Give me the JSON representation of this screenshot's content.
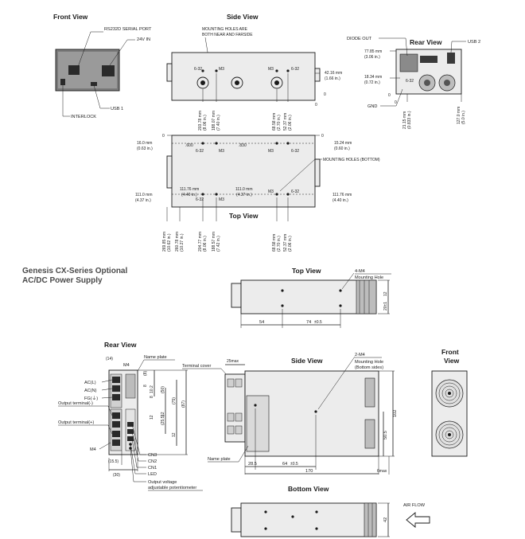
{
  "section1": {
    "front_view": {
      "title": "Front View",
      "rs232d": "RS232D SERIAL PORT",
      "vin": "24V IN",
      "interlock": "INTERLOCK",
      "usb": "USB 1"
    },
    "side_view": {
      "title": "Side View",
      "mount_note_1": "MOUNTING HOLES ARE",
      "mount_note_2": "BOTH NEAR AND FARSIDE",
      "screw_632": "6-32",
      "screw_m3": "M3",
      "dim_right_mm": "42.16 mm",
      "dim_right_in": "(1.66 in.)",
      "zero": "0",
      "dims_left": [
        {
          "mm": "203.78 mm",
          "in": "(8.06 in.)"
        },
        {
          "mm": "188.07 mm",
          "in": "(7.40 in.)"
        }
      ],
      "dims_right": [
        {
          "mm": "68.58 mm",
          "in": "(2.70 in.)"
        },
        {
          "mm": "52.37 mm",
          "in": "(2.06 in.)"
        }
      ]
    },
    "rear_view": {
      "title": "Rear View",
      "diode_out": "DIODE OUT",
      "usb": "USB 2",
      "gnd": "GND",
      "screw_632": "6-32",
      "dim1_mm": "77.85 mm",
      "dim1_in": "(3.06 in.)",
      "dim2_mm": "18.34 mm",
      "dim2_in": "(0.72 in.)",
      "zero": "0",
      "dim_b1_mm": "21.15 mm",
      "dim_b1_in": "(0.833 in.)",
      "dim_b2_mm": "127.0 mm",
      "dim_b2_in": "(5.0 in.)"
    },
    "top_view": {
      "title": "Top View",
      "zero": "0",
      "left_top_mm": "16.0 mm",
      "left_top_in": "(0.63 in.)",
      "right_top_mm": "15.24 mm",
      "right_top_in": "(0.60 in.)",
      "dim_600": ".600",
      "dim_830": ".830",
      "screw_632": "6-32",
      "screw_m3": "M3",
      "mount_bottom": "MOUNTING HOLES (BOTTOM)",
      "left_mm": "111.0 mm",
      "left_in": "(4.37 in.)",
      "right_mm": "111.76 mm",
      "right_in": "(4.40 in.)",
      "inner1_mm": "111.76 mm",
      "inner1_in": "(4.40 in.)",
      "inner2_mm": "111.0 mm",
      "inner2_in": "(4.37 in.)",
      "dims_left": [
        {
          "mm": "269.85 mm",
          "in": "(10.62 in.)"
        },
        {
          "mm": "260.78 mm",
          "in": "(10.27 in.)"
        },
        {
          "mm": "204.77 mm",
          "in": "(8.06 in.)"
        },
        {
          "mm": "188.57 mm",
          "in": "(7.42 in.)"
        }
      ],
      "dims_right": [
        {
          "mm": "68.58 mm",
          "in": "(2.70 in.)"
        },
        {
          "mm": "52.37 mm",
          "in": "(2.06 in.)"
        }
      ]
    }
  },
  "section2": {
    "heading_line1": "Genesis CX-Series Optional",
    "heading_line2": "AC/DC Power Supply",
    "top_view": {
      "title": "Top View",
      "holes": "4-M4",
      "mounting": "Mounting Hole",
      "dim_54": "54",
      "dim_74": "74",
      "dim_74_tol": "±0.5",
      "dim_12": "12",
      "dim_20": "20±1"
    },
    "rear_view": {
      "title": "Rear View",
      "dim_14": "(14)",
      "m4": "M4",
      "name_plate": "Name plate",
      "ac_l": "AC(L)",
      "ac_n": "AC(N)",
      "fg": "FG(⏚)",
      "out_minus": "Output terminal(-)",
      "out_plus": "Output terminal(+)",
      "m4_bottom": "M4",
      "cn3": "CN3",
      "cn2": "CN2",
      "cn1": "CN1",
      "led": "LED",
      "pot1": "Output voltage",
      "pot2": "adjustable potentiometer",
      "dim_15_5": "(15.5)",
      "dim_30": "(30)",
      "v_dims": [
        "(8)",
        "8",
        "10.2",
        "(50)",
        "8",
        "(75)",
        "(87)",
        "(25.5)",
        "12",
        "12",
        "12"
      ]
    },
    "side_view": {
      "title": "Side View",
      "terminal_cover": "Terminal cover",
      "dim_25max": "25max",
      "holes": "2-M4",
      "mounting": "Mounting Hole",
      "bottom_sides": "(Bottom sides)",
      "name_plate": "Name plate",
      "dim_28_5": "28.5",
      "dim_64": "64",
      "dim_64_tol": "±0.5",
      "dim_170": "170",
      "dim_6max": "6max",
      "dim_102": "102",
      "dim_50_5": "50.5"
    },
    "front_view": {
      "title_line1": "Front",
      "title_line2": "View"
    },
    "bottom_view": {
      "title": "Bottom View",
      "dim_42": "42",
      "air_flow": "AIR FLOW"
    }
  }
}
